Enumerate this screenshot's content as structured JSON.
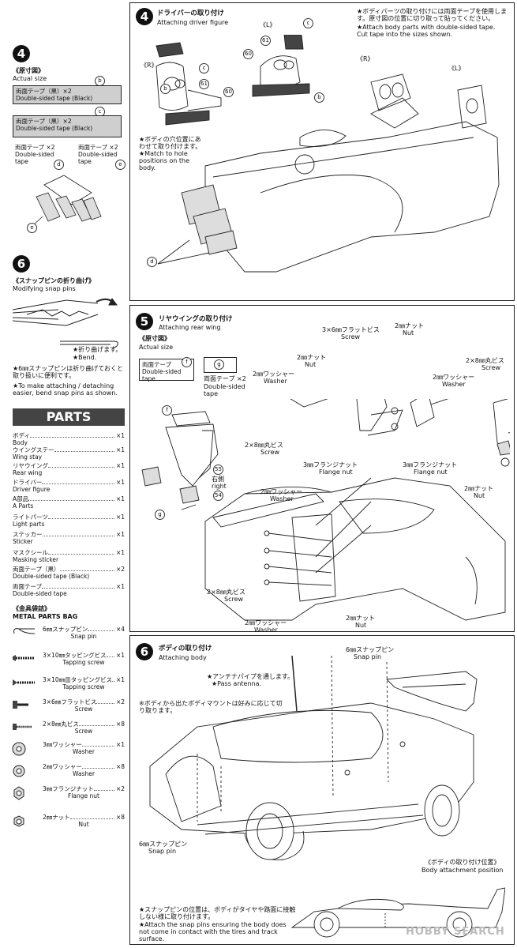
{
  "step4": {
    "number": "4",
    "title_jp": "ドライバーの取り付け",
    "title_en": "Attaching driver figure",
    "note_jp": "★ボディパーツの取り付けには両面テープを使用します。原寸図の位置に切り取って貼ってください。",
    "note_en": "★Attach body parts with double-sided tape. Cut tape into the sizes shown.",
    "R": "《R》",
    "L": "《L》",
    "R2": "《R》",
    "L2": "《L》",
    "holes_jp": "★ボディの穴位置にあわせて取り付けます。",
    "holes_en": "★Match to hole positions on the body.",
    "labels": {
      "b1": "b",
      "b2": "b",
      "c1": "c",
      "c2": "c",
      "d": "d",
      "n60a": "60",
      "n61a": "61",
      "n60b": "60",
      "n61b": "61"
    }
  },
  "actual_left": {
    "number": "4",
    "title_jp": "《原寸図》",
    "title_en": "Actual size",
    "tape_b_jp": "両面テープ（黒）×2",
    "tape_b_en": "Double-sided tape (Black)",
    "tape_c_jp": "両面テープ（黒）×2",
    "tape_c_en": "Double-sided tape (Black)",
    "tape_d_jp": "両面テープ ×2",
    "tape_d_en": "Double-sided tape",
    "tape_e_jp": "両面テープ ×2",
    "tape_e_en": "Double-sided tape",
    "lb": "b",
    "lc": "c",
    "ld": "d",
    "le": "e",
    "le2": "e"
  },
  "step6left": {
    "number": "6",
    "title_jp": "《スナップピンの折り曲げ》",
    "title_en": "Modifying snap pins",
    "bend_jp": "★折り曲げます。",
    "bend_en": "★Bend.",
    "note_jp": "★6㎜スナップピンは折り曲げておくと取り扱いに便利です。",
    "note_en": "★To make attaching / detaching easier, bend snap pins as shown."
  },
  "parts": {
    "title": "PARTS",
    "items": [
      {
        "jp": "ボディ",
        "en": "Body",
        "qty": "×1"
      },
      {
        "jp": "ウイングステー",
        "en": "Wing stay",
        "qty": "×1"
      },
      {
        "jp": "リヤウイング",
        "en": "Rear wing",
        "qty": "×1"
      },
      {
        "jp": "ドライバー",
        "en": "Driver figure",
        "qty": "×1"
      },
      {
        "jp": "A部品",
        "en": "A Parts",
        "qty": "×1"
      },
      {
        "jp": "ライトパーツ",
        "en": "Light parts",
        "qty": "×1"
      },
      {
        "jp": "ステッカー",
        "en": "Sticker",
        "qty": "×1"
      },
      {
        "jp": "マスクシール",
        "en": "Masking sticker",
        "qty": "×1"
      },
      {
        "jp": "両面テープ（黒）",
        "en": "Double-sided tape (Black)",
        "qty": "×2"
      },
      {
        "jp": "両面テープ",
        "en": "Double-sided tape",
        "qty": "×1"
      }
    ],
    "metal_jp": "《金具袋詰》",
    "metal_en": "METAL PARTS BAG",
    "metal": [
      {
        "jp": "6㎜スナップピン",
        "en": "Snap pin",
        "qty": "×4"
      },
      {
        "jp": "3×10㎜タッピングビス",
        "en": "Tapping screw",
        "qty": "×1"
      },
      {
        "jp": "3×10㎜皿タッピングビス",
        "en": "Tapping screw",
        "qty": "×1"
      },
      {
        "jp": "3×6㎜フラットビス",
        "en": "Screw",
        "qty": "×2"
      },
      {
        "jp": "2×8㎜丸ビス",
        "en": "Screw",
        "qty": "×8"
      },
      {
        "jp": "3㎜ワッシャー",
        "en": "Washer",
        "qty": "×1"
      },
      {
        "jp": "2㎜ワッシャー",
        "en": "Washer",
        "qty": "×8"
      },
      {
        "jp": "3㎜フランジナット",
        "en": "Flange nut",
        "qty": "×2"
      },
      {
        "jp": "2㎜ナット",
        "en": "Nut",
        "qty": "×8"
      }
    ]
  },
  "step5": {
    "number": "5",
    "title_jp": "リヤウイングの取り付け",
    "title_en": "Attaching rear wing",
    "actual_jp": "《原寸図》",
    "actual_en": "Actual size",
    "tape_f_jp": "両面テープ",
    "tape_f_en": "Double-sided tape",
    "tape_g_jp": "両面テープ ×2",
    "tape_g_en": "Double-sided tape",
    "lf": "f",
    "lg": "g",
    "lf2": "f",
    "lg2": "g",
    "flat_jp": "3×6㎜フラットビス",
    "flat_en": "Screw",
    "nut_jp": "2㎜ナット",
    "nut_en": "Nut",
    "nut2_jp": "2㎜ナット",
    "nut2_en": "Nut",
    "round_jp": "2×8㎜丸ビス",
    "round_en": "Screw",
    "washer_jp": "2㎜ワッシャー",
    "washer_en": "Washer",
    "washer2_jp": "2㎜ワッシャー",
    "washer2_en": "Washer",
    "round2_jp": "2×8㎜丸ビス",
    "round2_en": "Screw",
    "flange_jp": "3㎜フランジナット",
    "flange_en": "Flange nut",
    "flange2_jp": "3㎜フランジナット",
    "flange2_en": "Flange nut",
    "n55": "55",
    "right_jp": "右側",
    "right_en": "right",
    "n54": "54",
    "b_nut_jp": "2㎜ナット",
    "b_nut_en": "Nut",
    "b_washer_jp": "2㎜ワッシャー",
    "b_washer_en": "Washer",
    "b_round_jp": "2×8㎜丸ビス",
    "b_round_en": "Screw",
    "b_washer2_jp": "2㎜ワッシャー",
    "b_washer2_en": "Washer",
    "b_nut2_jp": "2㎜ナット",
    "b_nut2_en": "Nut"
  },
  "step6": {
    "number": "6",
    "title_jp": "ボディの取り付け",
    "title_en": "Attaching body",
    "pin_jp": "6㎜スナップピン",
    "pin_en": "Snap pin",
    "pin2_jp": "6㎜スナップピン",
    "pin2_en": "Snap pin",
    "antenna_jp": "★アンテナパイプを通します。",
    "antenna_en": "★Pass antenna.",
    "mount_jp": "※ボディから出たボディマウントは好みに応じて切り取ります。",
    "pos_jp": "《ボディの取り付け位置》",
    "pos_en": "Body attachment position",
    "bottom_jp": "★スナップピンの位置は、ボディがタイヤや路面に接触しない様に取り付けます。",
    "bottom_en": "★Attach the snap pins ensuring the body does not come in contact with the tires and track surface.",
    "watermark": "HOBBY SEARCH"
  }
}
